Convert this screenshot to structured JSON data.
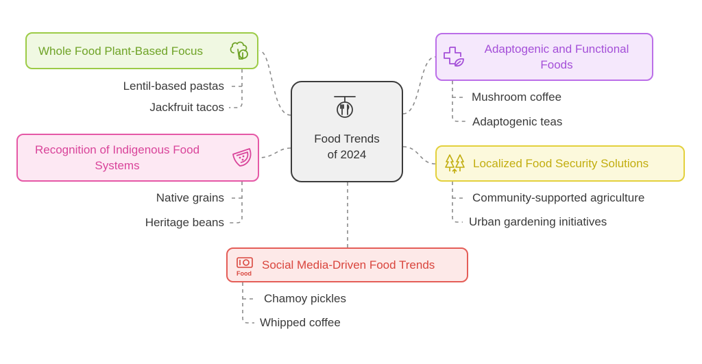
{
  "center": {
    "label_line1": "Food Trends",
    "label_line2": "of 2024",
    "icon": "plate-fork-knife-icon"
  },
  "branches": {
    "whole_food": {
      "label": "Whole Food Plant-Based Focus",
      "icon": "broccoli-icon",
      "color": "#9ccb46",
      "items": [
        "Lentil-based pastas",
        "Jackfruit tacos"
      ]
    },
    "indigenous": {
      "label_line1": "Recognition of Indigenous Food",
      "label_line2": "Systems",
      "icon": "watermelon-icon",
      "color": "#e558a6",
      "items": [
        "Native grains",
        "Heritage beans"
      ]
    },
    "social": {
      "label": "Social Media-Driven Food Trends",
      "icon": "food-camera-icon",
      "icon_text": "Food",
      "color": "#e45d57",
      "items": [
        "Chamoy pickles",
        "Whipped coffee"
      ]
    },
    "adaptogenic": {
      "label_line1": "Adaptogenic and Functional",
      "label_line2": "Foods",
      "icon": "medical-cross-leaf-icon",
      "color": "#bb6ee8",
      "items": [
        "Mushroom coffee",
        "Adaptogenic teas"
      ]
    },
    "localized": {
      "label": "Localized Food Security Solutions",
      "icon": "trees-icon",
      "color": "#e3d03c",
      "items": [
        "Community-supported agriculture",
        "Urban gardening initiatives"
      ]
    }
  }
}
